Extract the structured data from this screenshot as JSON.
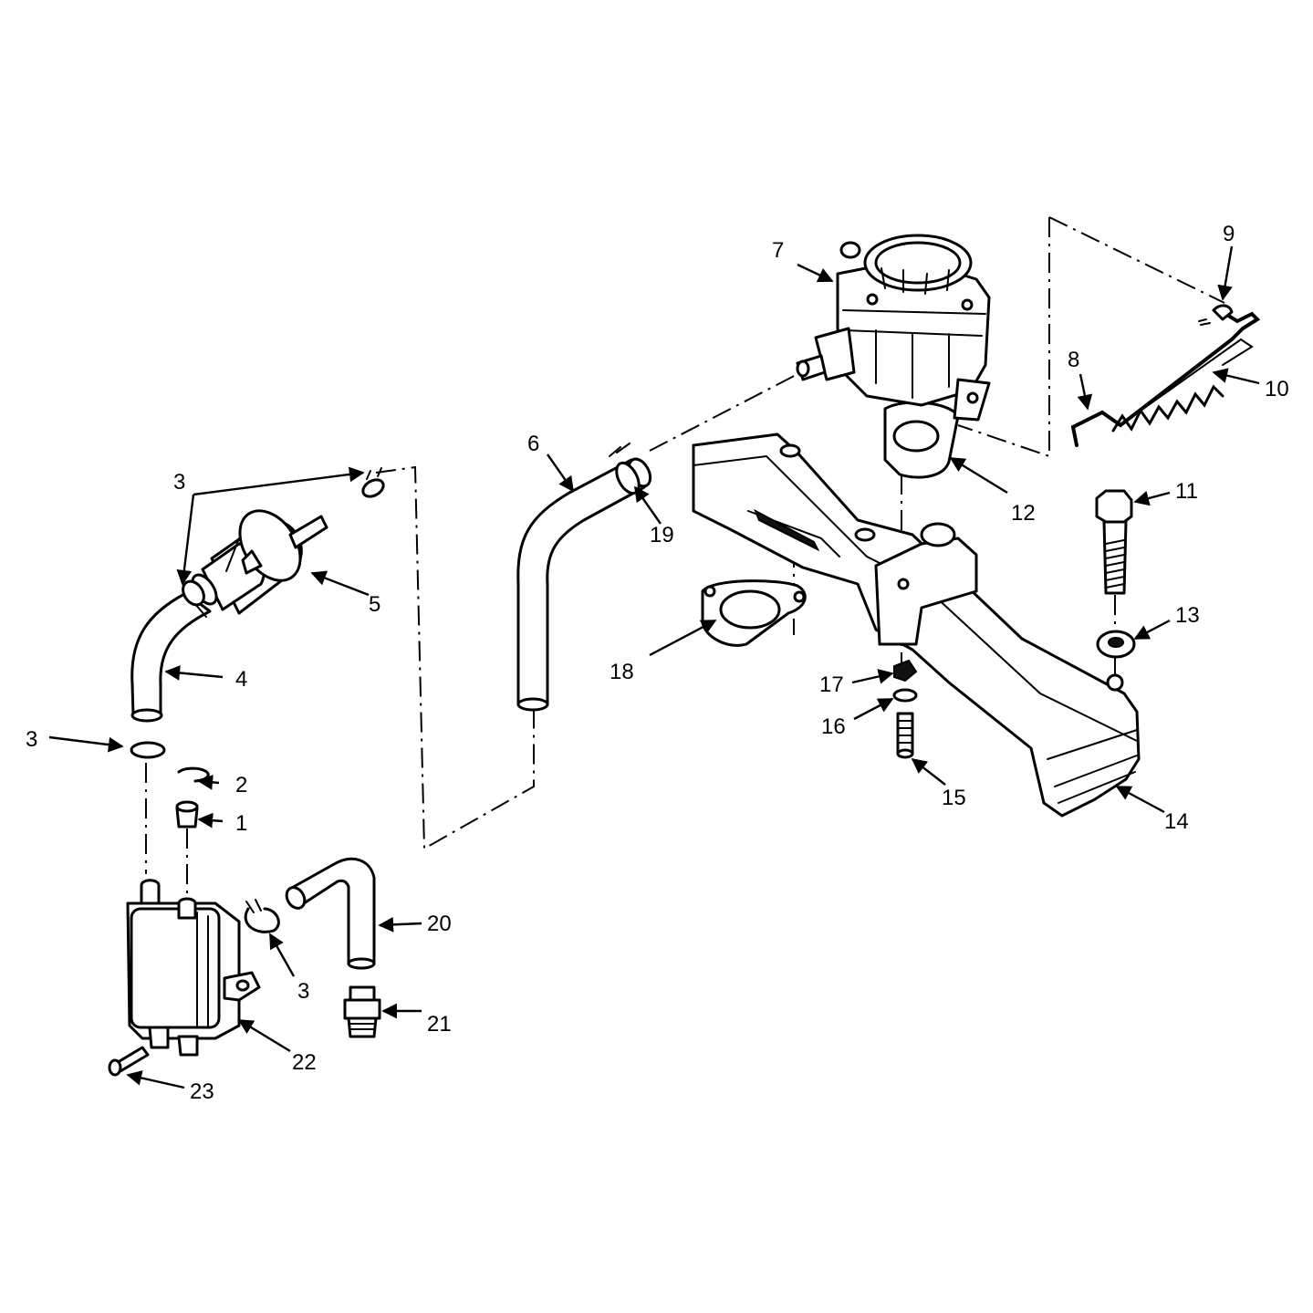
{
  "callouts": [
    {
      "id": "c1",
      "text": "1"
    },
    {
      "id": "c2",
      "text": "2"
    },
    {
      "id": "c3a",
      "text": "3"
    },
    {
      "id": "c3b",
      "text": "3"
    },
    {
      "id": "c3c",
      "text": "3"
    },
    {
      "id": "c4",
      "text": "4"
    },
    {
      "id": "c5",
      "text": "5"
    },
    {
      "id": "c6",
      "text": "6"
    },
    {
      "id": "c7",
      "text": "7"
    },
    {
      "id": "c8",
      "text": "8"
    },
    {
      "id": "c9",
      "text": "9"
    },
    {
      "id": "c10",
      "text": "10"
    },
    {
      "id": "c11",
      "text": "11"
    },
    {
      "id": "c12",
      "text": "12"
    },
    {
      "id": "c13",
      "text": "13"
    },
    {
      "id": "c14",
      "text": "14"
    },
    {
      "id": "c15",
      "text": "15"
    },
    {
      "id": "c16",
      "text": "16"
    },
    {
      "id": "c17",
      "text": "17"
    },
    {
      "id": "c18",
      "text": "18"
    },
    {
      "id": "c19",
      "text": "19"
    },
    {
      "id": "c20",
      "text": "20"
    },
    {
      "id": "c21",
      "text": "21"
    },
    {
      "id": "c22",
      "text": "22"
    },
    {
      "id": "c23",
      "text": "23"
    }
  ]
}
